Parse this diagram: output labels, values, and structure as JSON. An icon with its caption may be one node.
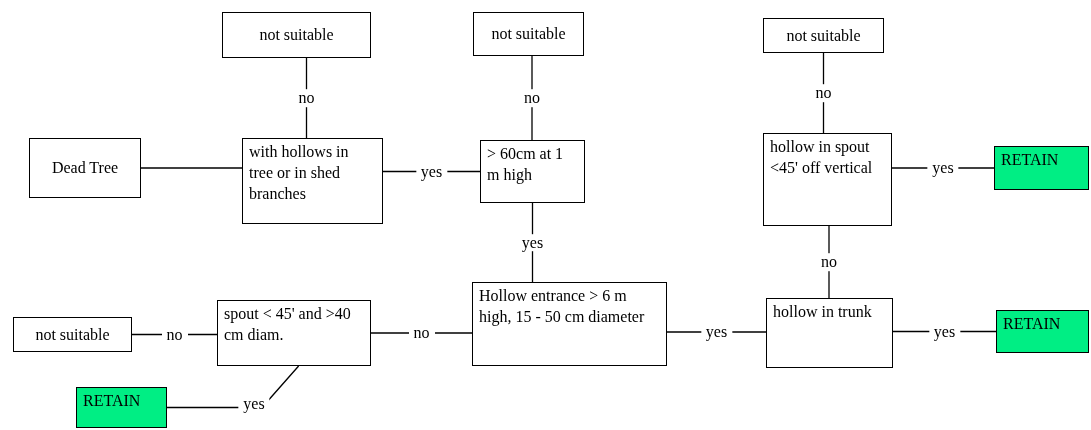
{
  "diagram": {
    "nodes": [
      {
        "text": [
          "Dead Tree"
        ]
      },
      {
        "text": [
          "not suitable"
        ]
      },
      {
        "text": [
          "with hollows in tree or in shed branches"
        ]
      },
      {
        "text": [
          "not suitable"
        ]
      },
      {
        "text": [
          "> 60cm at 1 m high"
        ]
      },
      {
        "text": [
          "not suitable"
        ]
      },
      {
        "text": [
          "hollow in spout <45' off vertical"
        ]
      },
      {
        "text": [
          "RETAIN"
        ]
      },
      {
        "text": [
          "not suitable"
        ]
      },
      {
        "text": [
          "spout < 45' and >40 cm diam."
        ]
      },
      {
        "text": [
          "Hollow entrance > 6 m high, 15 - 50 cm diameter"
        ]
      },
      {
        "text": [
          "hollow in trunk"
        ]
      },
      {
        "text": [
          "RETAIN"
        ]
      },
      {
        "text": [
          "RETAIN"
        ]
      }
    ],
    "edges": [
      {
        "from": 0,
        "to": 2,
        "arrow": "none"
      },
      {
        "from": 2,
        "to": 1,
        "label": "no",
        "arrow": "none"
      },
      {
        "from": 2,
        "to": 4,
        "label": "yes",
        "arrow": "none"
      },
      {
        "from": 4,
        "to": 3,
        "label": "no",
        "arrow": "none"
      },
      {
        "from": 4,
        "to": 10,
        "label": "yes",
        "arrow": "none"
      },
      {
        "from": 6,
        "to": 5,
        "label": "no",
        "arrow": "none"
      },
      {
        "from": 6,
        "to": 7,
        "label": "yes",
        "arrow": "none"
      },
      {
        "from": 10,
        "to": 9,
        "label": "no",
        "arrow": "none"
      },
      {
        "from": 9,
        "to": 8,
        "label": "no",
        "arrow": "none"
      },
      {
        "from": 9,
        "to": 13,
        "label": "yes",
        "arrow": "none"
      },
      {
        "from": 10,
        "to": 11,
        "label": "yes",
        "arrow": "none"
      },
      {
        "from": 11,
        "to": 6,
        "label": "no",
        "arrow": "none"
      },
      {
        "from": 11,
        "to": 12,
        "label": "yes",
        "arrow": "none"
      }
    ]
  }
}
